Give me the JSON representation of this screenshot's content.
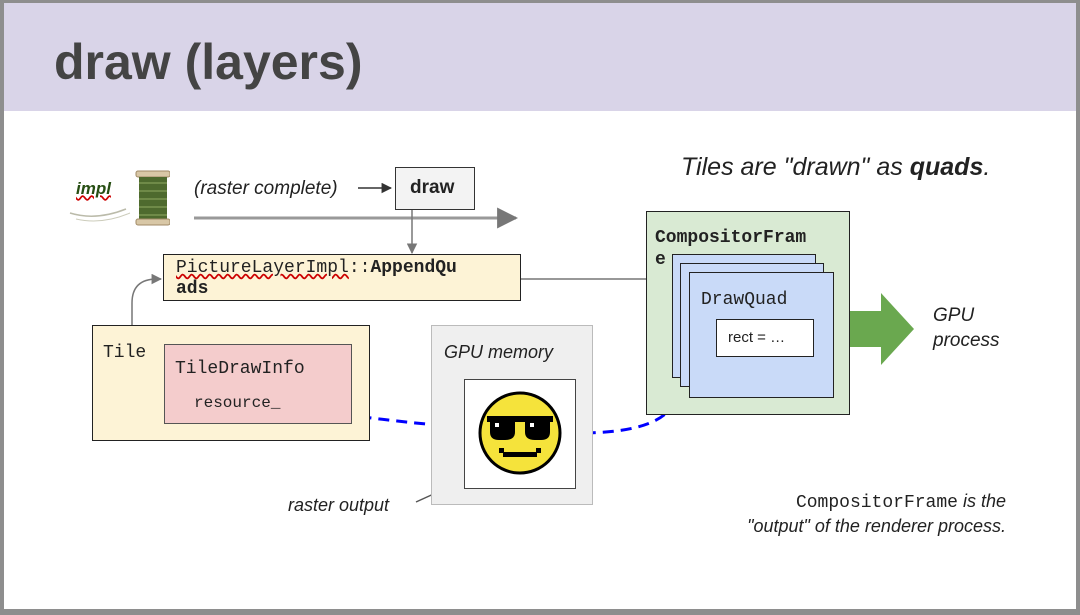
{
  "slide": {
    "title": "draw (layers)",
    "thread_label": "impl",
    "raster_complete": "(raster complete)",
    "draw_label": "draw",
    "append_quads_class": "PictureLayerImpl",
    "append_quads_sep": "::",
    "append_quads_method_l1": "AppendQu",
    "append_quads_method_l2": "ads",
    "tile_label": "Tile",
    "tile_draw_info": "TileDrawInfo",
    "resource_label": "resource_",
    "gpu_memory_label": "GPU memory",
    "raster_output_label": "raster output",
    "tiles_caption_pre": "Tiles are \"drawn\" as ",
    "tiles_caption_bold": "quads",
    "tiles_caption_post": ".",
    "compositor_frame_l1": "CompositorFram",
    "compositor_frame_l2": "e",
    "draw_quad_label": "DrawQuad",
    "rect_label": "rect = …",
    "gpu_process_l1": "GPU",
    "gpu_process_l2": "process",
    "footer_code": "CompositorFrame",
    "footer_rest_l1": " is the",
    "footer_l2": "\"output\" of the renderer process."
  },
  "colors": {
    "title_band": "#d9d4e8",
    "append_quads_fill": "#fdf3d6",
    "tile_fill": "#fdf3d6",
    "tile_draw_info_fill": "#f4cccc",
    "gpu_memory_fill": "#efefef",
    "compositor_frame_fill": "#d9ead3",
    "draw_quad_fill": "#c9daf8",
    "gpu_arrow": "#6aa84f",
    "dashed_arrow": "#0000ff"
  },
  "icons": [
    "thread-spool-icon",
    "sunglasses-smiley-icon"
  ]
}
